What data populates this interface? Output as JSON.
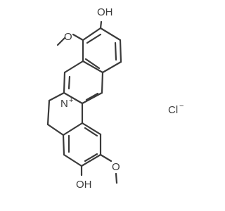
{
  "molecule": {
    "atoms": {
      "oh_top": "OH",
      "o_methoxy_top": "O",
      "n_plus": "N",
      "n_charge": "+",
      "o_methoxy_bottom": "O",
      "oh_bottom": "OH",
      "chloride": "Cl",
      "chloride_charge": "−"
    }
  }
}
